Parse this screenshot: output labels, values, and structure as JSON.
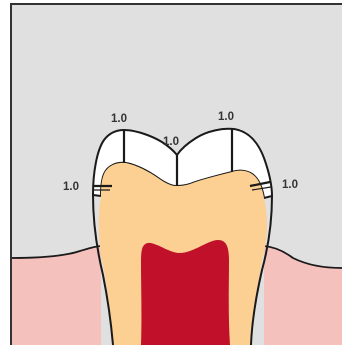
{
  "diagram": {
    "type": "tooth-cross-section",
    "colors": {
      "background": "#e0e0e0",
      "gingiva": "#f5c1bd",
      "dentin": "#fccf92",
      "pulp": "#c0102a",
      "restoration": "#ffffff",
      "outline": "#1a1a1a",
      "frame": "#333333"
    },
    "measurements": [
      {
        "label": "1.0",
        "site": "buccal-margin"
      },
      {
        "label": "1.0",
        "site": "buccal-cusp"
      },
      {
        "label": "1.0",
        "site": "central-fossa"
      },
      {
        "label": "1.0",
        "site": "lingual-cusp"
      },
      {
        "label": "1.0",
        "site": "lingual-margin"
      }
    ]
  }
}
